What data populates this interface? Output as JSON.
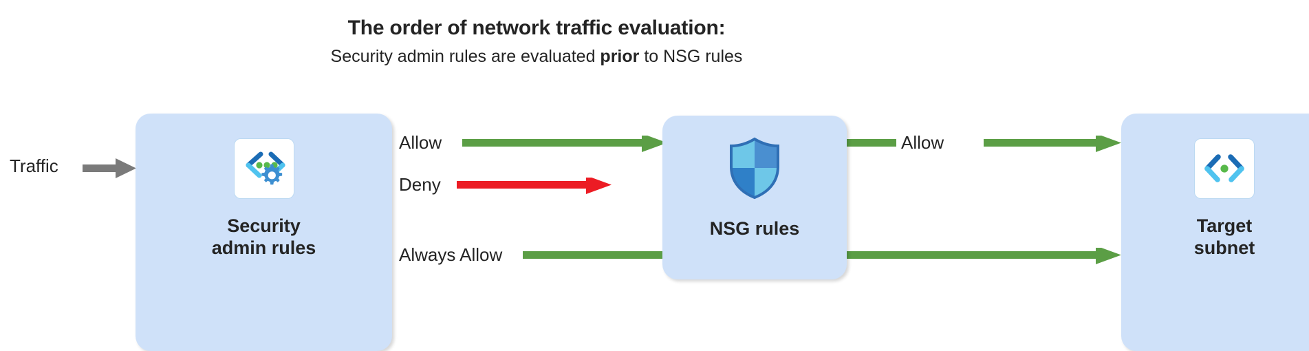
{
  "header": {
    "title": "The order of network traffic evaluation:",
    "subtitle_before": "Security admin rules are evaluated ",
    "subtitle_emphasis": "prior",
    "subtitle_after": " to NSG rules"
  },
  "colors": {
    "box_fill": "#cfe1f9",
    "allow_green": "#5b9e45",
    "deny_red": "#ec1c24",
    "traffic_gray": "#7a7a7a",
    "icon_blue_dark": "#1b6cb5",
    "icon_blue_mid": "#3d8fd1",
    "icon_cyan": "#4fc3ef",
    "icon_green_dot": "#58b94a",
    "text": "#242424"
  },
  "entry": {
    "label": "Traffic",
    "arrow_icon": "gray-right-arrow-icon"
  },
  "nodes": [
    {
      "id": "security-admin-rules",
      "label": "Security\nadmin rules",
      "icon": "code-brackets-gear-icon"
    },
    {
      "id": "nsg-rules",
      "label": "NSG rules",
      "icon": "shield-icon"
    },
    {
      "id": "target-subnet",
      "label": "Target\nsubnet",
      "icon": "code-brackets-dot-icon"
    }
  ],
  "connectors": [
    {
      "id": "allow-to-nsg",
      "label": "Allow",
      "color": "#5b9e45",
      "from": "security-admin-rules",
      "to": "nsg-rules"
    },
    {
      "id": "deny",
      "label": "Deny",
      "color": "#ec1c24",
      "from": "security-admin-rules",
      "to": "dropped"
    },
    {
      "id": "allow-to-target",
      "label": "Allow",
      "color": "#5b9e45",
      "from": "nsg-rules",
      "to": "target-subnet"
    },
    {
      "id": "always-allow",
      "label": "Always Allow",
      "color": "#5b9e45",
      "from": "security-admin-rules",
      "to": "target-subnet"
    }
  ]
}
